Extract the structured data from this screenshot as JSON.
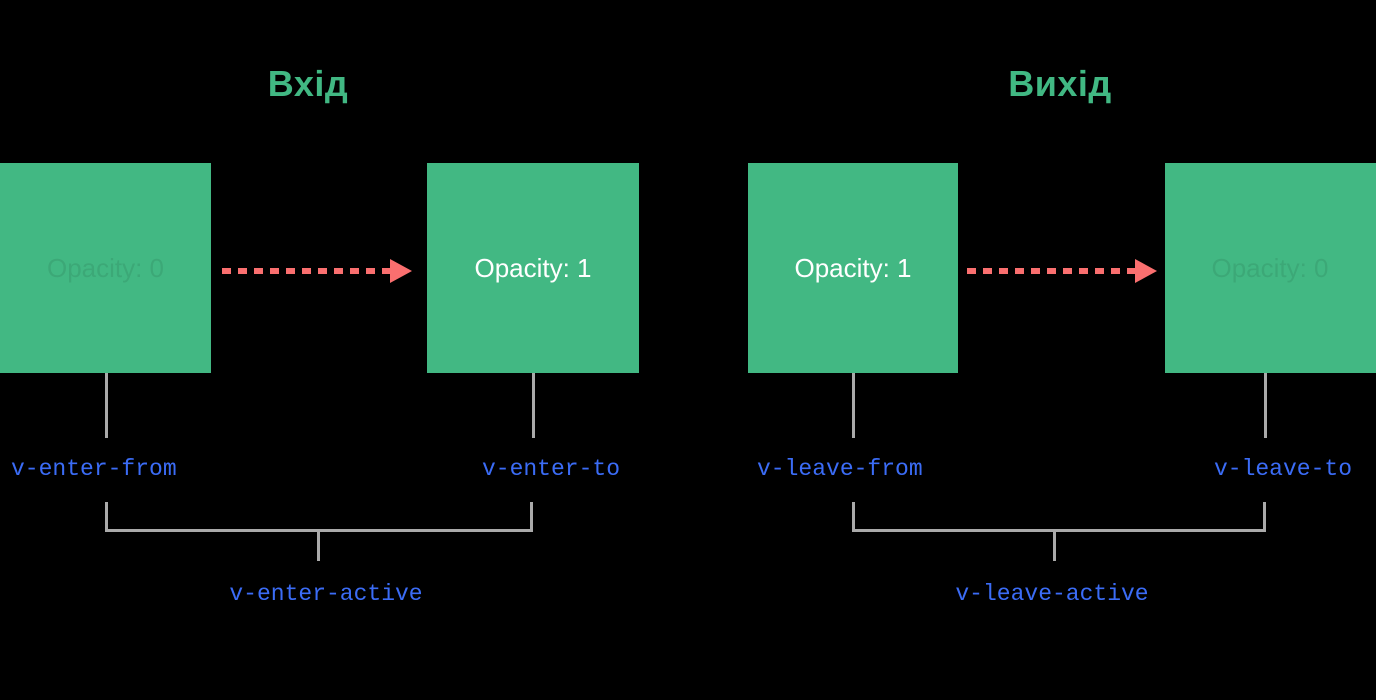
{
  "diagram": {
    "background_color": "#000000",
    "box_color": "#42b883",
    "arrow_color": "#fa6f6f",
    "label_color": "#3b6cf6",
    "connector_color": "#aaaaaa",
    "title_color": "#41b883"
  },
  "sections": [
    {
      "id": "enter",
      "title": "Вхід",
      "boxes": [
        {
          "id": "enter-from",
          "text": "Opacity: 0",
          "faded": true
        },
        {
          "id": "enter-to",
          "text": "Opacity: 1",
          "faded": false
        }
      ],
      "labels": {
        "from": "v-enter-from",
        "to": "v-enter-to",
        "active": "v-enter-active"
      }
    },
    {
      "id": "leave",
      "title": "Вихід",
      "boxes": [
        {
          "id": "leave-from",
          "text": "Opacity: 1",
          "faded": false
        },
        {
          "id": "leave-to",
          "text": "Opacity: 0",
          "faded": true
        }
      ],
      "labels": {
        "from": "v-leave-from",
        "to": "v-leave-to",
        "active": "v-leave-active"
      }
    }
  ]
}
